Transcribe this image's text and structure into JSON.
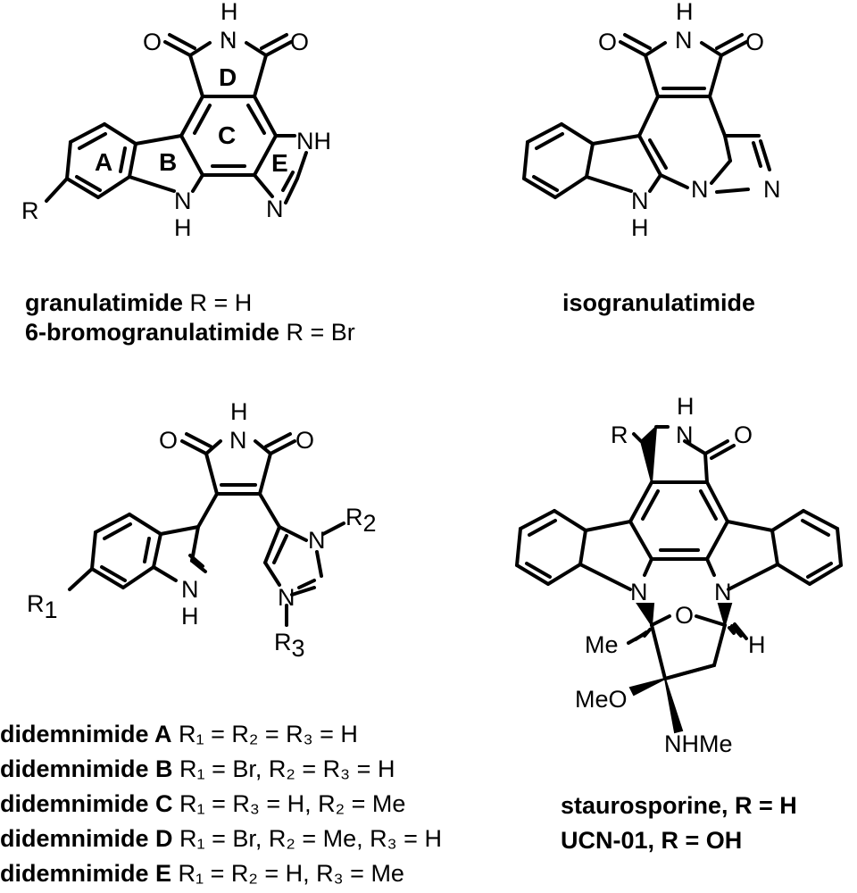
{
  "structures": {
    "granulatimide": {
      "ring_labels": [
        "A",
        "B",
        "C",
        "D",
        "E"
      ],
      "atoms": {
        "r": "R",
        "o_left": "O",
        "o_right": "O",
        "h_top": "H",
        "n_top": "N",
        "n_indole": "N",
        "h_indole": "H",
        "nh_imid": "NH",
        "n_imid": "N"
      }
    },
    "isogranulatimide": {
      "atoms": {
        "o_left": "O",
        "o_right": "O",
        "h_top": "H",
        "n_top": "N",
        "n_ring": "N",
        "n_imid": "N",
        "n_indole": "N",
        "h_indole": "H"
      }
    },
    "didemnimide": {
      "atoms": {
        "o_left": "O",
        "o_right": "O",
        "h_top": "H",
        "n_top": "N",
        "r1": "R",
        "r1_sub": "1",
        "n_indole": "N",
        "h_indole": "H",
        "r2": "R",
        "r2_sub": "2",
        "n_imid_top": "N",
        "n_imid_bot": "N",
        "r3": "R",
        "r3_sub": "3"
      }
    },
    "staurosporine": {
      "atoms": {
        "r": "R",
        "h_top": "H",
        "n_top": "N",
        "o_right": "O",
        "n_left": "N",
        "n_right": "N",
        "o_ring": "O",
        "me": "Me",
        "h_ring": "H",
        "meo": "MeO",
        "nhme": "NHMe"
      }
    }
  },
  "captions": {
    "granulatimide": [
      {
        "name": "granulatimide",
        "rest": " R = H"
      },
      {
        "name": "6-bromogranulatimide",
        "rest": " R = Br"
      }
    ],
    "isogranulatimide": {
      "name": "isogranulatimide"
    },
    "didemnimide": [
      {
        "name": "didemnimide ",
        "letter": "A",
        "rest": " R₁ = R₂ = R₃ = H"
      },
      {
        "name": "didemnimide ",
        "letter": "B",
        "rest": " R₁ = Br, R₂ = R₃ = H"
      },
      {
        "name": "didemnimide ",
        "letter": "C",
        "rest": " R₁ = R₃ = H, R₂ = Me"
      },
      {
        "name": "didemnimide ",
        "letter": "D",
        "rest": " R₁ = Br, R₂ = Me, R₃ = H"
      },
      {
        "name": "didemnimide ",
        "letter": "E",
        "rest": " R₁ = R₂ = H, R₃ = Me"
      }
    ],
    "staurosporine": [
      {
        "text": "staurosporine, R = H"
      },
      {
        "text": "UCN-01, R = OH"
      }
    ]
  }
}
